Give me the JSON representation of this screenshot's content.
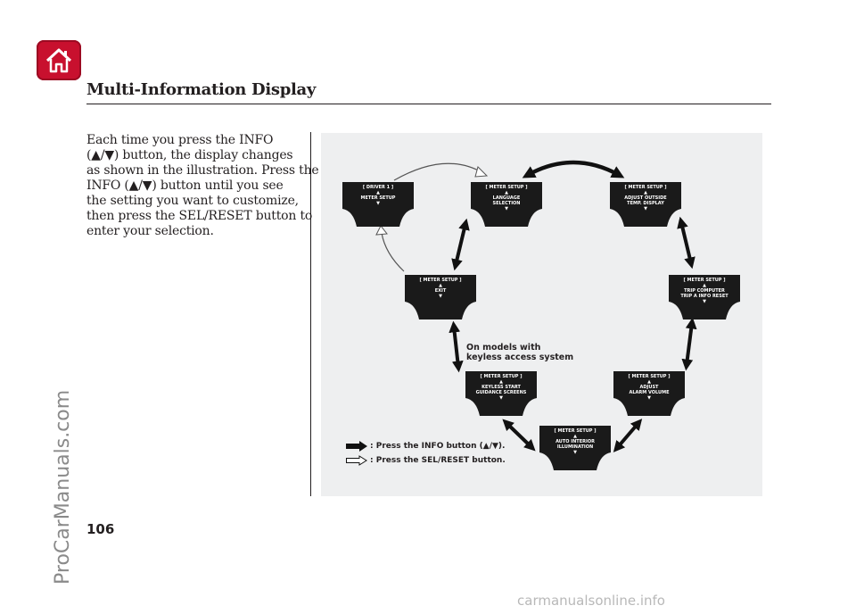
{
  "header": {
    "section_title": "Multi-Information Display"
  },
  "body_text": [
    "Each time you press the INFO",
    "(▲/▼) button, the display changes",
    "as shown in the illustration. Press the",
    "INFO (▲/▼) button until you see",
    "the setting you want to customize,",
    "then press the SEL/RESET button to",
    "enter your selection."
  ],
  "screens": {
    "driver": {
      "line1": "[ DRIVER 1 ]",
      "line2": "▲",
      "line3": "METER SETUP",
      "line4": "",
      "line5": "▼"
    },
    "language": {
      "line1": "[ METER SETUP ]",
      "line2": "▲",
      "line3": "LANGUAGE",
      "line4": "SELECTION",
      "line5": "▼"
    },
    "temp": {
      "line1": "[ METER SETUP ]",
      "line2": "▲",
      "line3": "ADJUST OUTSIDE",
      "line4": "TEMP. DISPLAY",
      "line5": "▼"
    },
    "exit": {
      "line1": "[ METER SETUP ]",
      "line2": "▲",
      "line3": "EXIT",
      "line4": "",
      "line5": "▼"
    },
    "trip": {
      "line1": "[ METER SETUP ]",
      "line2": "▲",
      "line3": "TRIP COMPUTER",
      "line4": "TRIP A INFO RESET",
      "line5": "▼"
    },
    "keyless": {
      "line1": "[ METER SETUP ]",
      "line2": "▲",
      "line3": "KEYLESS START",
      "line4": "GUIDANCE SCREENS",
      "line5": "▼"
    },
    "alarm": {
      "line1": "[ METER SETUP ]",
      "line2": "▲",
      "line3": "ADJUST",
      "line4": "ALARM VOLUME",
      "line5": "▼"
    },
    "illum": {
      "line1": "[ METER SETUP ]",
      "line2": "▲",
      "line3": "AUTO INTERIOR",
      "line4": "ILLUMINATION",
      "line5": "▼"
    }
  },
  "note": {
    "line1": "On models with",
    "line2": "keyless access system"
  },
  "legend": {
    "info": ": Press the INFO button (▲/▼).",
    "sel": ": Press the SEL/RESET button."
  },
  "footer": {
    "page_number": "106"
  },
  "watermarks": {
    "side": "ProCarManuals.com",
    "bottom": "carmanualsonline.info"
  },
  "colors": {
    "home_button": "#c8102e",
    "panel_background": "#eeeff0",
    "screen_fill": "#1a1a1a"
  },
  "icons": {
    "home": "home-icon"
  }
}
